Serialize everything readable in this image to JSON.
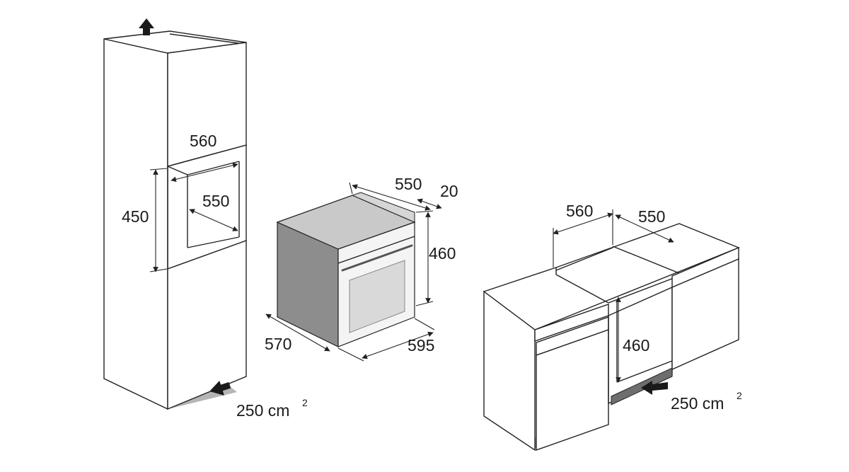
{
  "colors": {
    "line": "#222222",
    "oven_side": "#8d8d8d",
    "oven_top": "#c9c9c9",
    "oven_front": "#f4f4f4",
    "oven_window": "#d9d9d9",
    "vent_grille": "#6e6e6e",
    "floor_gray": "#b5b5b5",
    "arrow_fill": "#1a1a1a"
  },
  "tall_cabinet": {
    "top_width": "560",
    "niche_depth": "550",
    "niche_height": "450",
    "vent_area": "250 cm",
    "vent_area_exp": "2"
  },
  "oven": {
    "depth": "550",
    "front_thickness": "20",
    "height": "460",
    "side_depth": "570",
    "width": "595"
  },
  "base_cabinet": {
    "niche_width": "560",
    "niche_depth": "550",
    "niche_height": "460",
    "vent_area": "250 cm",
    "vent_area_exp": "2"
  }
}
